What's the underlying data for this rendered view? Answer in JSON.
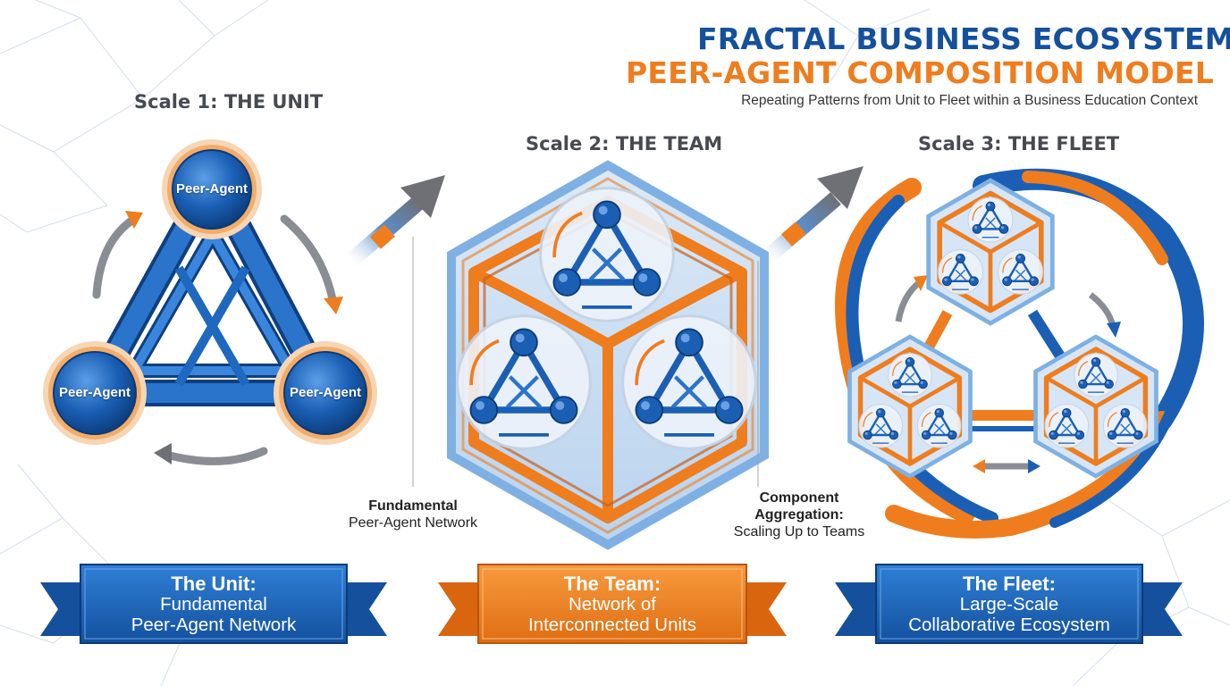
{
  "header": {
    "title_line1": "FRACTAL BUSINESS ECOSYSTEM:",
    "title_line2": "PEER-AGENT COMPOSITION MODEL",
    "subtitle": "Repeating Patterns from Unit to Fleet within a Business Education Context"
  },
  "colors": {
    "blue": "#1a5fb4",
    "dark_blue": "#0f3f7f",
    "orange": "#ef7d1e",
    "gray": "#474a50"
  },
  "scales": [
    {
      "heading": "Scale 1: THE UNIT",
      "nodes": [
        "Peer-Agent",
        "Peer-Agent",
        "Peer-Agent"
      ],
      "banner_title": "The Unit:",
      "banner_line1": "Fundamental",
      "banner_line2": "Peer-Agent Network",
      "banner_color": "blue"
    },
    {
      "heading": "Scale 2: THE TEAM",
      "banner_title": "The Team:",
      "banner_line1": "Network of",
      "banner_line2": "Interconnected Units",
      "banner_color": "orange"
    },
    {
      "heading": "Scale 3: THE FLEET",
      "banner_title": "The Fleet:",
      "banner_line1": "Large-Scale",
      "banner_line2": "Collaborative Ecosystem",
      "banner_color": "blue"
    }
  ],
  "transitions": [
    {
      "title": "Fundamental",
      "line1": "Peer-Agent Network"
    },
    {
      "title": "Component",
      "title2": "Aggregation:",
      "line1": "Scaling Up to Teams"
    }
  ]
}
